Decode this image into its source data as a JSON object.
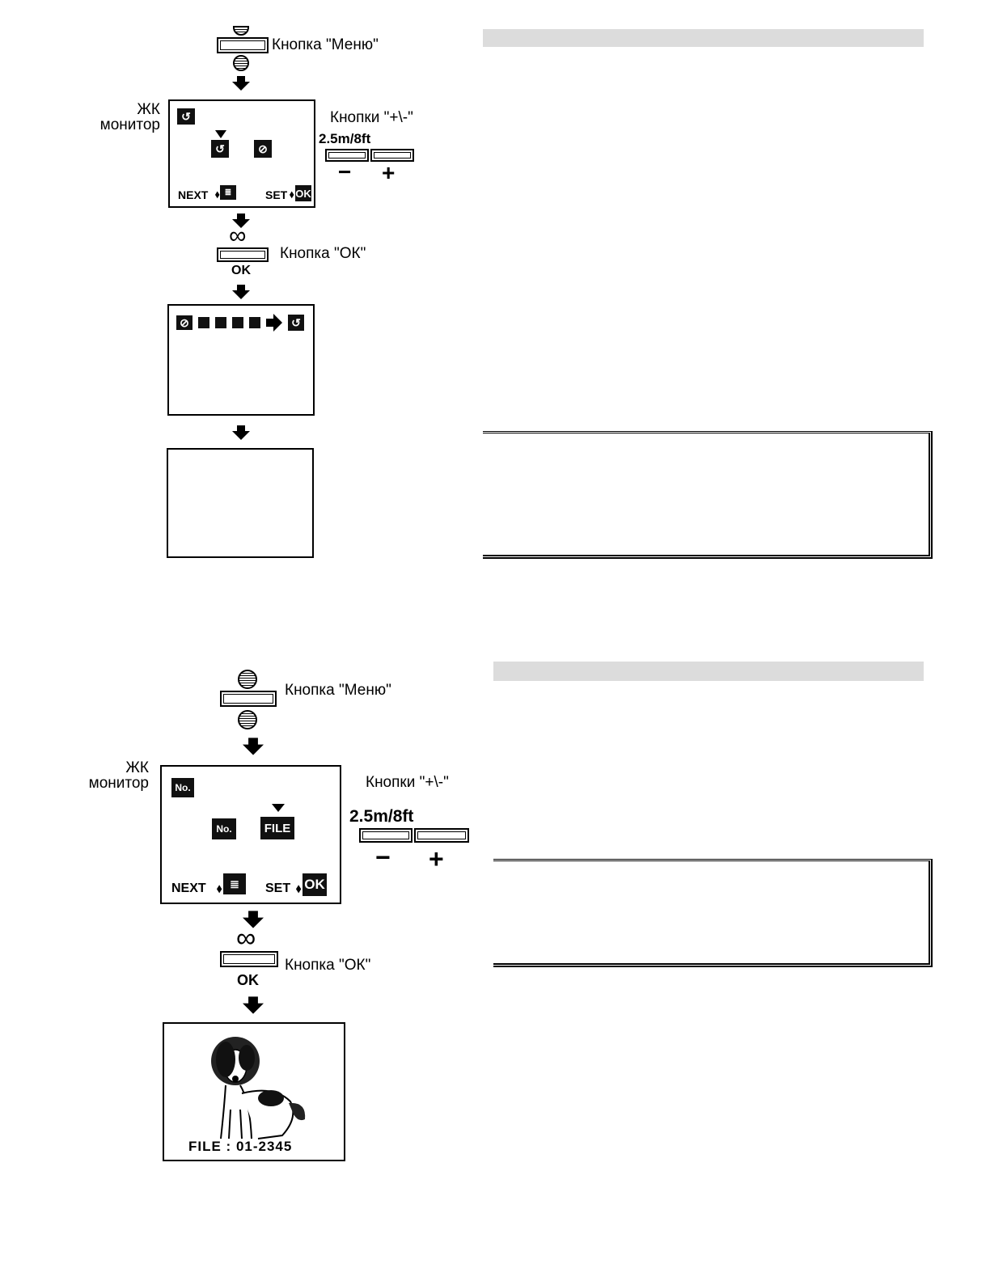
{
  "top_section": {
    "menu_button_label": "Кнопка \"Меню\"",
    "lcd_label": "ЖК\nмонитор",
    "plus_minus_label": "Кнопки \"+\\-\"",
    "distance": "2.5m/8ft",
    "minus": "−",
    "plus": "+",
    "next_label": "NEXT",
    "set_label": "SET",
    "ok_icon": "OK",
    "ok_button_label": "Кнопка \"ОК\"",
    "ok_caption": "OK"
  },
  "bottom_section": {
    "menu_button_label": "Кнопка \"Меню\"",
    "lcd_label": "ЖК\nмонитор",
    "plus_minus_label": "Кнопки \"+\\-\"",
    "distance": "2.5m/8ft",
    "minus": "−",
    "plus": "+",
    "no_icon": "No.",
    "file_icon": "FILE",
    "next_label": "NEXT",
    "set_label": "SET",
    "ok_icon": "OK",
    "ok_button_label": "Кнопка \"ОК\"",
    "ok_caption": "OK",
    "file_number": "FILE : 01-2345"
  },
  "icons": {
    "menu": "menu-icon",
    "arrow": "arrow-down-icon",
    "infinity": "infinity-icon",
    "dog": "dog-illustration"
  }
}
